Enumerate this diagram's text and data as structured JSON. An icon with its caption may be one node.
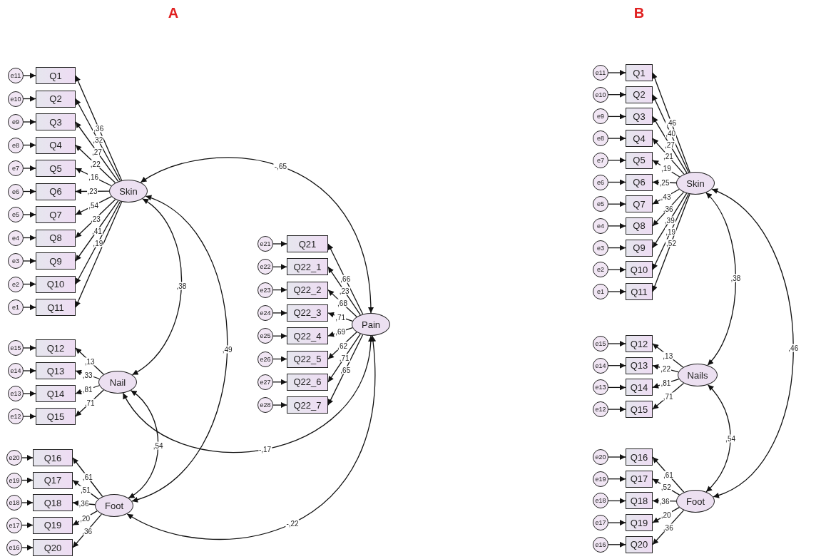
{
  "diagram": {
    "nodes": [
      {
        "text": [
          "e11"
        ]
      },
      {
        "text": [
          "Q1"
        ]
      },
      {
        "text": [
          "e10"
        ]
      },
      {
        "text": [
          "Q2"
        ]
      },
      {
        "text": [
          "e9"
        ]
      },
      {
        "text": [
          "Q3"
        ]
      },
      {
        "text": [
          "e8"
        ]
      },
      {
        "text": [
          "Q4"
        ]
      },
      {
        "text": [
          "e7"
        ]
      },
      {
        "text": [
          "Q5"
        ]
      },
      {
        "text": [
          "e6"
        ]
      },
      {
        "text": [
          "Q6"
        ]
      },
      {
        "text": [
          "e5"
        ]
      },
      {
        "text": [
          "Q7"
        ]
      },
      {
        "text": [
          "e4"
        ]
      },
      {
        "text": [
          "Q8"
        ]
      },
      {
        "text": [
          "e3"
        ]
      },
      {
        "text": [
          "Q9"
        ]
      },
      {
        "text": [
          "e2"
        ]
      },
      {
        "text": [
          "Q10"
        ]
      },
      {
        "text": [
          "e1"
        ]
      },
      {
        "text": [
          "Q11"
        ]
      },
      {
        "text": [
          "Skin"
        ]
      },
      {
        "text": [
          "e15"
        ]
      },
      {
        "text": [
          "Q12"
        ]
      },
      {
        "text": [
          "e14"
        ]
      },
      {
        "text": [
          "Q13"
        ]
      },
      {
        "text": [
          "e13"
        ]
      },
      {
        "text": [
          "Q14"
        ]
      },
      {
        "text": [
          "e12"
        ]
      },
      {
        "text": [
          "Q15"
        ]
      },
      {
        "text": [
          "Nail"
        ]
      },
      {
        "text": [
          "e20"
        ]
      },
      {
        "text": [
          "Q16"
        ]
      },
      {
        "text": [
          "e19"
        ]
      },
      {
        "text": [
          "Q17"
        ]
      },
      {
        "text": [
          "e18"
        ]
      },
      {
        "text": [
          "Q18"
        ]
      },
      {
        "text": [
          "e17"
        ]
      },
      {
        "text": [
          "Q19"
        ]
      },
      {
        "text": [
          "e16"
        ]
      },
      {
        "text": [
          "Q20"
        ]
      },
      {
        "text": [
          "Foot"
        ]
      },
      {
        "text": [
          "e21"
        ]
      },
      {
        "text": [
          "Q21"
        ]
      },
      {
        "text": [
          "e22"
        ]
      },
      {
        "text": [
          "Q22_1"
        ]
      },
      {
        "text": [
          "e23"
        ]
      },
      {
        "text": [
          "Q22_2"
        ]
      },
      {
        "text": [
          "e24"
        ]
      },
      {
        "text": [
          "Q22_3"
        ]
      },
      {
        "text": [
          "e25"
        ]
      },
      {
        "text": [
          "Q22_4"
        ]
      },
      {
        "text": [
          "e26"
        ]
      },
      {
        "text": [
          "Q22_5"
        ]
      },
      {
        "text": [
          "e27"
        ]
      },
      {
        "text": [
          "Q22_6"
        ]
      },
      {
        "text": [
          "e28"
        ]
      },
      {
        "text": [
          "Q22_7"
        ]
      },
      {
        "text": [
          "Pain"
        ]
      },
      {
        "text": [
          "e11"
        ]
      },
      {
        "text": [
          "Q1"
        ]
      },
      {
        "text": [
          "e10"
        ]
      },
      {
        "text": [
          "Q2"
        ]
      },
      {
        "text": [
          "e9"
        ]
      },
      {
        "text": [
          "Q3"
        ]
      },
      {
        "text": [
          "e8"
        ]
      },
      {
        "text": [
          "Q4"
        ]
      },
      {
        "text": [
          "e7"
        ]
      },
      {
        "text": [
          "Q5"
        ]
      },
      {
        "text": [
          "e6"
        ]
      },
      {
        "text": [
          "Q6"
        ]
      },
      {
        "text": [
          "e5"
        ]
      },
      {
        "text": [
          "Q7"
        ]
      },
      {
        "text": [
          "e4"
        ]
      },
      {
        "text": [
          "Q8"
        ]
      },
      {
        "text": [
          "e3"
        ]
      },
      {
        "text": [
          "Q9"
        ]
      },
      {
        "text": [
          "e2"
        ]
      },
      {
        "text": [
          "Q10"
        ]
      },
      {
        "text": [
          "e1"
        ]
      },
      {
        "text": [
          "Q11"
        ]
      },
      {
        "text": [
          "Skin"
        ]
      },
      {
        "text": [
          "e15"
        ]
      },
      {
        "text": [
          "Q12"
        ]
      },
      {
        "text": [
          "e14"
        ]
      },
      {
        "text": [
          "Q13"
        ]
      },
      {
        "text": [
          "e13"
        ]
      },
      {
        "text": [
          "Q14"
        ]
      },
      {
        "text": [
          "e12"
        ]
      },
      {
        "text": [
          "Q15"
        ]
      },
      {
        "text": [
          "Nails"
        ]
      },
      {
        "text": [
          "e20"
        ]
      },
      {
        "text": [
          "Q16"
        ]
      },
      {
        "text": [
          "e19"
        ]
      },
      {
        "text": [
          "Q17"
        ]
      },
      {
        "text": [
          "e18"
        ]
      },
      {
        "text": [
          "Q18"
        ]
      },
      {
        "text": [
          "e17"
        ]
      },
      {
        "text": [
          "Q19"
        ]
      },
      {
        "text": [
          "e16"
        ]
      },
      {
        "text": [
          "Q20"
        ]
      },
      {
        "text": [
          "Foot"
        ]
      }
    ],
    "edges": [
      {
        "from": 0,
        "to": 1,
        "arrow": "to"
      },
      {
        "from": 22,
        "to": 1,
        "arrow": "to",
        "label": ",36"
      },
      {
        "from": 2,
        "to": 3,
        "arrow": "to"
      },
      {
        "from": 22,
        "to": 3,
        "arrow": "to",
        "label": ",32"
      },
      {
        "from": 4,
        "to": 5,
        "arrow": "to"
      },
      {
        "from": 22,
        "to": 5,
        "arrow": "to",
        "label": ",27"
      },
      {
        "from": 6,
        "to": 7,
        "arrow": "to"
      },
      {
        "from": 22,
        "to": 7,
        "arrow": "to",
        "label": ",22"
      },
      {
        "from": 8,
        "to": 9,
        "arrow": "to"
      },
      {
        "from": 22,
        "to": 9,
        "arrow": "to",
        "label": ",16"
      },
      {
        "from": 10,
        "to": 11,
        "arrow": "to"
      },
      {
        "from": 22,
        "to": 11,
        "arrow": "to",
        "label": ",23"
      },
      {
        "from": 12,
        "to": 13,
        "arrow": "to"
      },
      {
        "from": 22,
        "to": 13,
        "arrow": "to",
        "label": ",54"
      },
      {
        "from": 14,
        "to": 15,
        "arrow": "to"
      },
      {
        "from": 22,
        "to": 15,
        "arrow": "to",
        "label": ",23"
      },
      {
        "from": 16,
        "to": 17,
        "arrow": "to"
      },
      {
        "from": 22,
        "to": 17,
        "arrow": "to",
        "label": ",41"
      },
      {
        "from": 18,
        "to": 19,
        "arrow": "to"
      },
      {
        "from": 22,
        "to": 19,
        "arrow": "to",
        "label": ",19"
      },
      {
        "from": 20,
        "to": 21,
        "arrow": "to"
      },
      {
        "from": 22,
        "to": 21,
        "arrow": "to"
      },
      {
        "from": 23,
        "to": 24,
        "arrow": "to"
      },
      {
        "from": 31,
        "to": 24,
        "arrow": "to",
        "label": ",13"
      },
      {
        "from": 25,
        "to": 26,
        "arrow": "to"
      },
      {
        "from": 31,
        "to": 26,
        "arrow": "to",
        "label": ",33"
      },
      {
        "from": 27,
        "to": 28,
        "arrow": "to"
      },
      {
        "from": 31,
        "to": 28,
        "arrow": "to",
        "label": ",81"
      },
      {
        "from": 29,
        "to": 30,
        "arrow": "to"
      },
      {
        "from": 31,
        "to": 30,
        "arrow": "to",
        "label": ",71"
      },
      {
        "from": 32,
        "to": 33,
        "arrow": "to"
      },
      {
        "from": 42,
        "to": 33,
        "arrow": "to",
        "label": ",61"
      },
      {
        "from": 34,
        "to": 35,
        "arrow": "to"
      },
      {
        "from": 42,
        "to": 35,
        "arrow": "to",
        "label": ",51"
      },
      {
        "from": 36,
        "to": 37,
        "arrow": "to"
      },
      {
        "from": 42,
        "to": 37,
        "arrow": "to",
        "label": ",36"
      },
      {
        "from": 38,
        "to": 39,
        "arrow": "to"
      },
      {
        "from": 42,
        "to": 39,
        "arrow": "to",
        "label": ",20"
      },
      {
        "from": 40,
        "to": 41,
        "arrow": "to"
      },
      {
        "from": 42,
        "to": 41,
        "arrow": "to",
        "label": ",36"
      },
      {
        "from": 43,
        "to": 44,
        "arrow": "to"
      },
      {
        "from": 59,
        "to": 44,
        "arrow": "to",
        "label": ",66"
      },
      {
        "from": 45,
        "to": 46,
        "arrow": "to"
      },
      {
        "from": 59,
        "to": 46,
        "arrow": "to",
        "label": ",23"
      },
      {
        "from": 47,
        "to": 48,
        "arrow": "to"
      },
      {
        "from": 59,
        "to": 48,
        "arrow": "to",
        "label": ",68"
      },
      {
        "from": 49,
        "to": 50,
        "arrow": "to"
      },
      {
        "from": 59,
        "to": 50,
        "arrow": "to",
        "label": ",71"
      },
      {
        "from": 51,
        "to": 52,
        "arrow": "to"
      },
      {
        "from": 59,
        "to": 52,
        "arrow": "to",
        "label": ",69"
      },
      {
        "from": 53,
        "to": 54,
        "arrow": "to"
      },
      {
        "from": 59,
        "to": 54,
        "arrow": "to",
        "label": ",62"
      },
      {
        "from": 55,
        "to": 56,
        "arrow": "to"
      },
      {
        "from": 59,
        "to": 56,
        "arrow": "to",
        "label": ",71"
      },
      {
        "from": 57,
        "to": 58,
        "arrow": "to"
      },
      {
        "from": 59,
        "to": 58,
        "arrow": "to",
        "label": ",65"
      },
      {
        "from": 22,
        "to": 59,
        "arrow": "both",
        "label": "-,65"
      },
      {
        "from": 22,
        "to": 31,
        "arrow": "both",
        "label": ",38"
      },
      {
        "from": 22,
        "to": 42,
        "arrow": "both",
        "label": ",49"
      },
      {
        "from": 31,
        "to": 42,
        "arrow": "both",
        "label": ",54"
      },
      {
        "from": 31,
        "to": 59,
        "arrow": "both",
        "label": "-,17"
      },
      {
        "from": 42,
        "to": 59,
        "arrow": "both",
        "label": "-,22"
      },
      {
        "from": 60,
        "to": 61,
        "arrow": "to"
      },
      {
        "from": 82,
        "to": 61,
        "arrow": "to",
        "label": ",46"
      },
      {
        "from": 62,
        "to": 63,
        "arrow": "to"
      },
      {
        "from": 82,
        "to": 63,
        "arrow": "to",
        "label": ",40"
      },
      {
        "from": 64,
        "to": 65,
        "arrow": "to"
      },
      {
        "from": 82,
        "to": 65,
        "arrow": "to",
        "label": ",27"
      },
      {
        "from": 66,
        "to": 67,
        "arrow": "to"
      },
      {
        "from": 82,
        "to": 67,
        "arrow": "to",
        "label": ",21"
      },
      {
        "from": 68,
        "to": 69,
        "arrow": "to"
      },
      {
        "from": 82,
        "to": 69,
        "arrow": "to",
        "label": ",19"
      },
      {
        "from": 70,
        "to": 71,
        "arrow": "to"
      },
      {
        "from": 82,
        "to": 71,
        "arrow": "to",
        "label": ",25"
      },
      {
        "from": 72,
        "to": 73,
        "arrow": "to"
      },
      {
        "from": 82,
        "to": 73,
        "arrow": "to",
        "label": ",43"
      },
      {
        "from": 74,
        "to": 75,
        "arrow": "to"
      },
      {
        "from": 82,
        "to": 75,
        "arrow": "to",
        "label": ",36"
      },
      {
        "from": 76,
        "to": 77,
        "arrow": "to"
      },
      {
        "from": 82,
        "to": 77,
        "arrow": "to",
        "label": ",39"
      },
      {
        "from": 78,
        "to": 79,
        "arrow": "to"
      },
      {
        "from": 82,
        "to": 79,
        "arrow": "to",
        "label": ",19"
      },
      {
        "from": 80,
        "to": 81,
        "arrow": "to"
      },
      {
        "from": 82,
        "to": 81,
        "arrow": "to",
        "label": ",52"
      },
      {
        "from": 83,
        "to": 84,
        "arrow": "to"
      },
      {
        "from": 91,
        "to": 84,
        "arrow": "to",
        "label": ",13"
      },
      {
        "from": 85,
        "to": 86,
        "arrow": "to"
      },
      {
        "from": 91,
        "to": 86,
        "arrow": "to",
        "label": ",22"
      },
      {
        "from": 87,
        "to": 88,
        "arrow": "to"
      },
      {
        "from": 91,
        "to": 88,
        "arrow": "to",
        "label": ",81"
      },
      {
        "from": 89,
        "to": 90,
        "arrow": "to"
      },
      {
        "from": 91,
        "to": 90,
        "arrow": "to",
        "label": ",71"
      },
      {
        "from": 92,
        "to": 93,
        "arrow": "to"
      },
      {
        "from": 102,
        "to": 93,
        "arrow": "to",
        "label": ",61"
      },
      {
        "from": 94,
        "to": 95,
        "arrow": "to"
      },
      {
        "from": 102,
        "to": 95,
        "arrow": "to",
        "label": ",52"
      },
      {
        "from": 96,
        "to": 97,
        "arrow": "to"
      },
      {
        "from": 102,
        "to": 97,
        "arrow": "to",
        "label": ",36"
      },
      {
        "from": 98,
        "to": 99,
        "arrow": "to"
      },
      {
        "from": 102,
        "to": 99,
        "arrow": "to",
        "label": ",20"
      },
      {
        "from": 100,
        "to": 101,
        "arrow": "to"
      },
      {
        "from": 102,
        "to": 101,
        "arrow": "to",
        "label": ",36"
      },
      {
        "from": 82,
        "to": 91,
        "arrow": "both",
        "label": ",38"
      },
      {
        "from": 91,
        "to": 102,
        "arrow": "both",
        "label": ",54"
      },
      {
        "from": 82,
        "to": 102,
        "arrow": "both",
        "label": ",46"
      }
    ],
    "labels": [
      "A",
      "B"
    ]
  }
}
